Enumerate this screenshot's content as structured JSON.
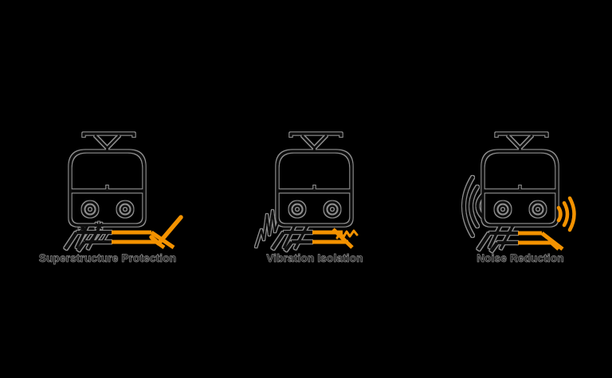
{
  "background_color": "#000000",
  "colors": {
    "accent_orange": "#F39200",
    "ink": "#0c0c0c",
    "halo_gray": "#8f8f8f",
    "label_text": "#0b0b0b"
  },
  "features": [
    {
      "id": "superstructure-protection",
      "label": "Superstructure Protection",
      "icon": "tram-front-icon",
      "decoration_icons": [
        "damaged-track-icon",
        "crack-star-icon",
        "orange-track-icon",
        "check-mark-icon"
      ]
    },
    {
      "id": "vibration-isolation",
      "label": "Vibration Isolation",
      "icon": "tram-front-icon",
      "decoration_icons": [
        "vibration-wave-icon",
        "orange-track-icon",
        "spring-zigzag-icon"
      ]
    },
    {
      "id": "noise-reduction",
      "label": "Noise Reduction",
      "icon": "tram-front-icon",
      "decoration_icons": [
        "sound-waves-left-icon",
        "orange-track-icon",
        "sound-waves-right-icon"
      ]
    }
  ]
}
